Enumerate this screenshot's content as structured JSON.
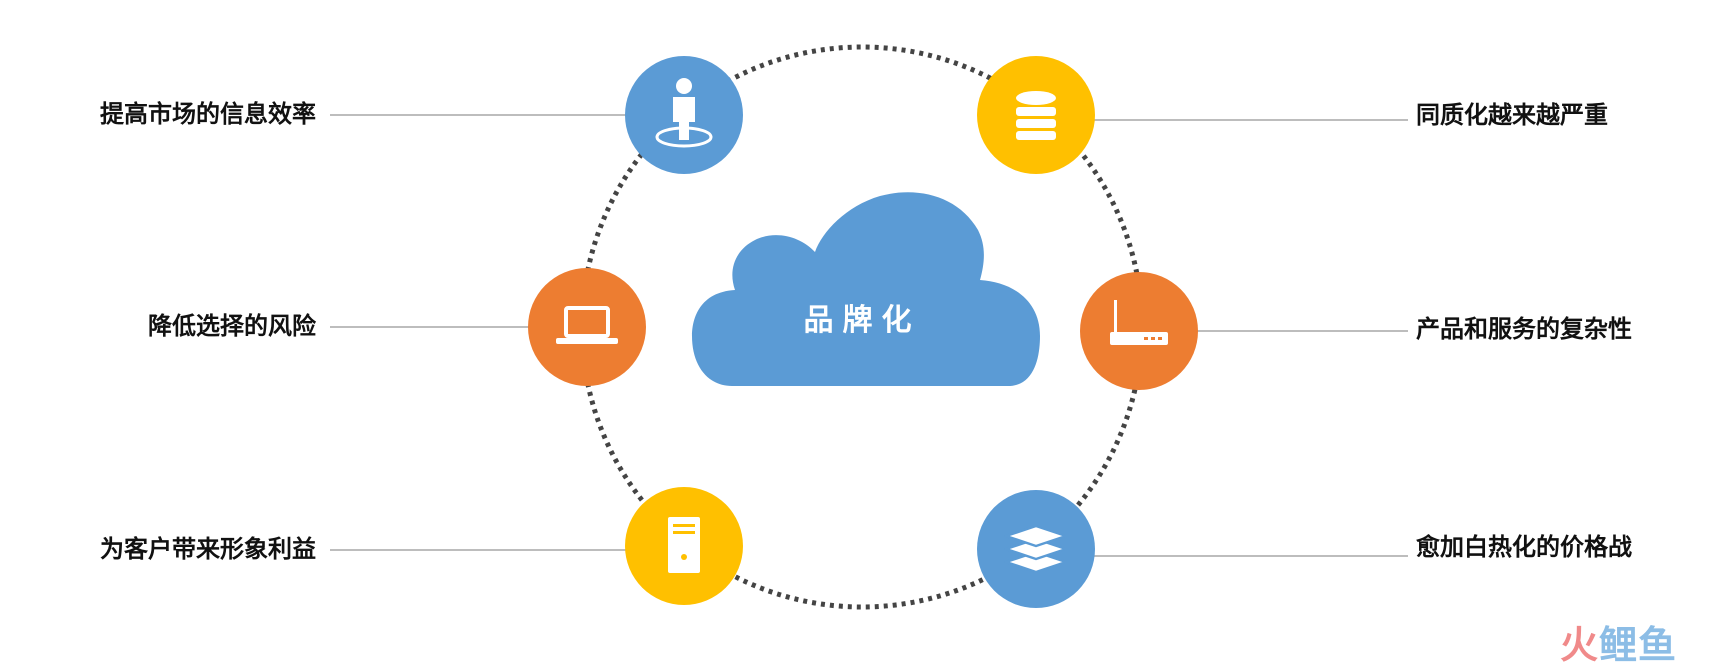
{
  "center": {
    "label": "品牌化"
  },
  "items": [
    {
      "label": "提高市场的信息效率",
      "icon": "person-target-icon",
      "color": "#5b9bd5",
      "side": "left"
    },
    {
      "label": "降低选择的风险",
      "icon": "laptop-icon",
      "color": "#ed7d31",
      "side": "left"
    },
    {
      "label": "为客户带来形象利益",
      "icon": "server-tower-icon",
      "color": "#ffc000",
      "side": "left"
    },
    {
      "label": "同质化越来越严重",
      "icon": "database-icon",
      "color": "#ffc000",
      "side": "right"
    },
    {
      "label": "产品和服务的复杂性",
      "icon": "router-icon",
      "color": "#ed7d31",
      "side": "right"
    },
    {
      "label": "愈加白热化的价格战",
      "icon": "layers-icon",
      "color": "#5b9bd5",
      "side": "right"
    }
  ],
  "colors": {
    "cloud": "#5b9bd5",
    "ring": "#444444",
    "connector": "#bdbdbd"
  },
  "watermark": {
    "part1": "火",
    "part2": "鲤鱼"
  }
}
